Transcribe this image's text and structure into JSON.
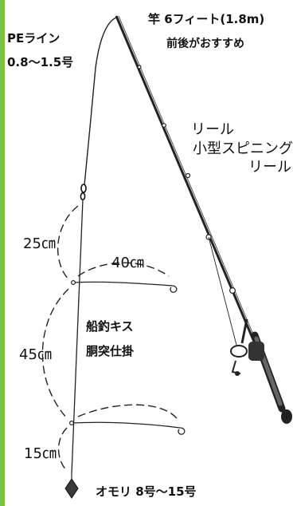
{
  "colors": {
    "accent_bar": "#7cc241",
    "ink": "#111111",
    "lead": "#333333"
  },
  "labels": {
    "rod": "竿 6フィート(1.8m)",
    "rod_note": "前後がおすすめ",
    "pe_line_title": "PEライン",
    "pe_line_size": "0.8～1.5号",
    "reel_title": "リール",
    "reel_desc_1": "小型スピニング",
    "reel_desc_2": "リール",
    "len_25": "25㎝",
    "len_40": "40㎝",
    "len_45": "45㎝",
    "len_15": "15㎝",
    "rig_title": "船釣キス",
    "rig_sub": "胴突仕掛",
    "sinker": "オモリ 8号～15号"
  },
  "icons": [
    "rod-icon",
    "reel-icon",
    "swivel-icon",
    "hook-icon",
    "sinker-icon"
  ]
}
